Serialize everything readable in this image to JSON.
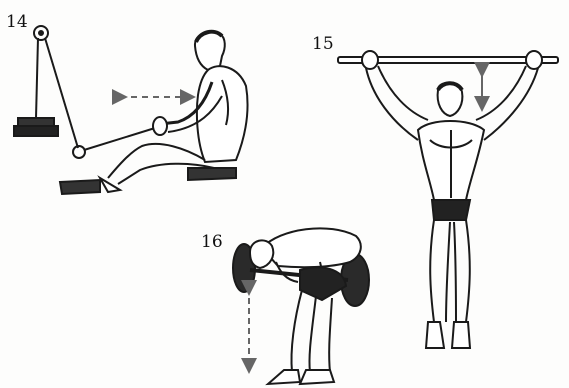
{
  "labels": {
    "exercise_1": "14",
    "exercise_2": "15",
    "exercise_3": "16"
  },
  "colors": {
    "ink": "#1a1a1a",
    "arrow": "#666666",
    "background": "#fdfdfc"
  },
  "figures": [
    {
      "icon": "seated-cable-row-illustration",
      "label_ref": "exercise_1"
    },
    {
      "icon": "pull-up-hang-illustration",
      "label_ref": "exercise_2"
    },
    {
      "icon": "bent-over-barbell-row-illustration",
      "label_ref": "exercise_3"
    }
  ]
}
